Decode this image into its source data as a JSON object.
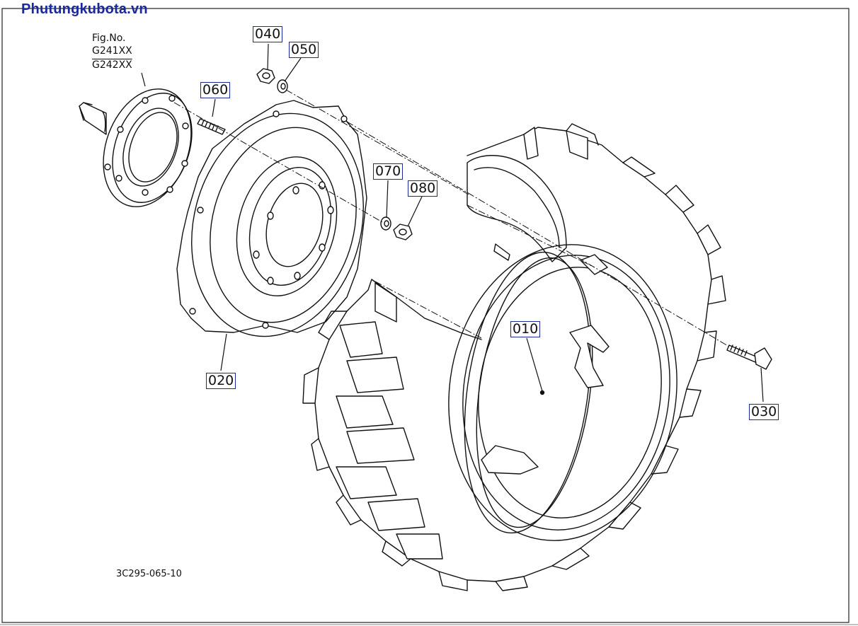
{
  "brand": "Phutungkubota.vn",
  "figure": {
    "fig_no_label": "Fig.No.",
    "fig_codes": [
      "G241XX",
      "G242XX"
    ]
  },
  "callouts": [
    {
      "id": "040",
      "part": "nut"
    },
    {
      "id": "050",
      "part": "washer"
    },
    {
      "id": "060",
      "part": "stud-bolt"
    },
    {
      "id": "070",
      "part": "washer"
    },
    {
      "id": "080",
      "part": "nut"
    },
    {
      "id": "020",
      "part": "wheel-disc"
    },
    {
      "id": "010",
      "part": "tire-rim-assembly"
    },
    {
      "id": "030",
      "part": "bolt"
    }
  ],
  "document_id": "3C295-065-10",
  "colors": {
    "brand": "#1a2a9e",
    "line": "#111111",
    "callout_border": "#1a2a9e"
  }
}
